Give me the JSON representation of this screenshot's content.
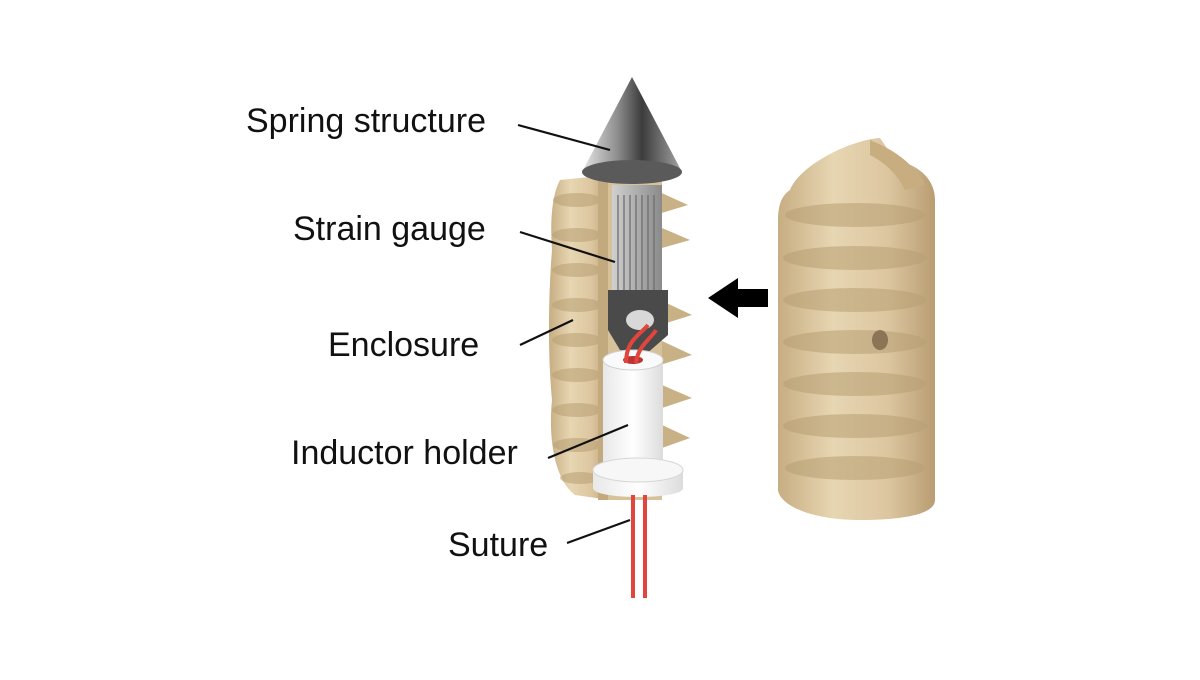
{
  "labels": {
    "spring_structure": "Spring structure",
    "strain_gauge": "Strain gauge",
    "enclosure": "Enclosure",
    "inductor_holder": "Inductor holder",
    "suture": "Suture"
  },
  "colors": {
    "enclosure": "#dcc8a0",
    "enclosure_shadow": "#b89f74",
    "metal": "#9a9a9a",
    "holder": "#f4f4f4",
    "suture": "#e2453c",
    "arrow": "#000000"
  }
}
